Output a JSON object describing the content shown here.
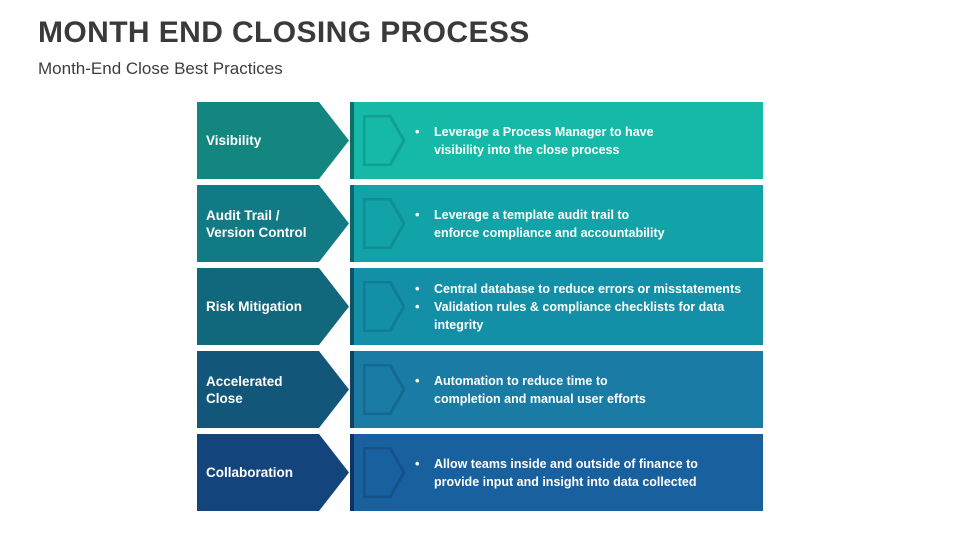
{
  "header": {
    "title": "MONTH END CLOSING PROCESS",
    "subtitle": "Month-End Close Best Practices"
  },
  "bullet_glyph": "•",
  "rows": [
    {
      "label": "Visibility",
      "label_color": "#13877f",
      "body_color": "#16b8a8",
      "divider_color": "#0d6f6b",
      "chevron_outline": "#10a093",
      "bullets": [
        "Leverage a Process Manager to have\nvisibility into the close process"
      ]
    },
    {
      "label": "Audit Trail /\nVersion Control",
      "label_color": "#127a84",
      "body_color": "#11a3a8",
      "divider_color": "#0c646d",
      "chevron_outline": "#0f8e95",
      "bullets": [
        "Leverage a template audit trail to\nenforce compliance and accountability"
      ]
    },
    {
      "label": "Risk Mitigation",
      "label_color": "#11687d",
      "body_color": "#1390a8",
      "divider_color": "#0b5365",
      "chevron_outline": "#107d93",
      "bullets": [
        "Central database to reduce errors or misstatements",
        "Validation rules & compliance checklists for data\nintegrity"
      ]
    },
    {
      "label": "Accelerated\nClose",
      "label_color": "#12567a",
      "body_color": "#1a7ba5",
      "divider_color": "#0d4260",
      "chevron_outline": "#146a90",
      "bullets": [
        "Automation to reduce time to\ncompletion and manual user efforts"
      ]
    },
    {
      "label": "Collaboration",
      "label_color": "#13457c",
      "body_color": "#19619e",
      "divider_color": "#0e3462",
      "chevron_outline": "#15528a",
      "bullets": [
        "Allow teams inside and outside of finance to\nprovide input and insight into data collected"
      ]
    }
  ]
}
